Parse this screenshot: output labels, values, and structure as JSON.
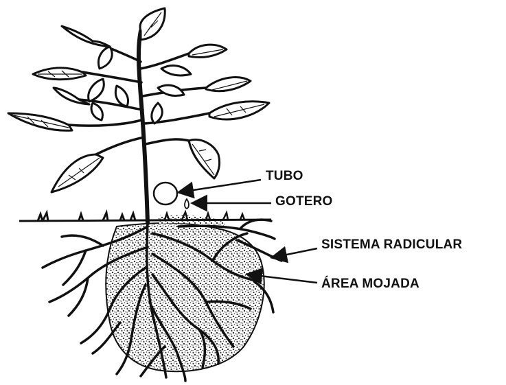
{
  "labels": {
    "tubo": "TUBO",
    "gotero": "GOTERO",
    "sistema_radicular": "SISTEMA RADICULAR",
    "area_mojada": "ÁREA MOJADA"
  },
  "colors": {
    "ink": "#111111",
    "soil_speckle": "#333333",
    "background": "#ffffff"
  }
}
